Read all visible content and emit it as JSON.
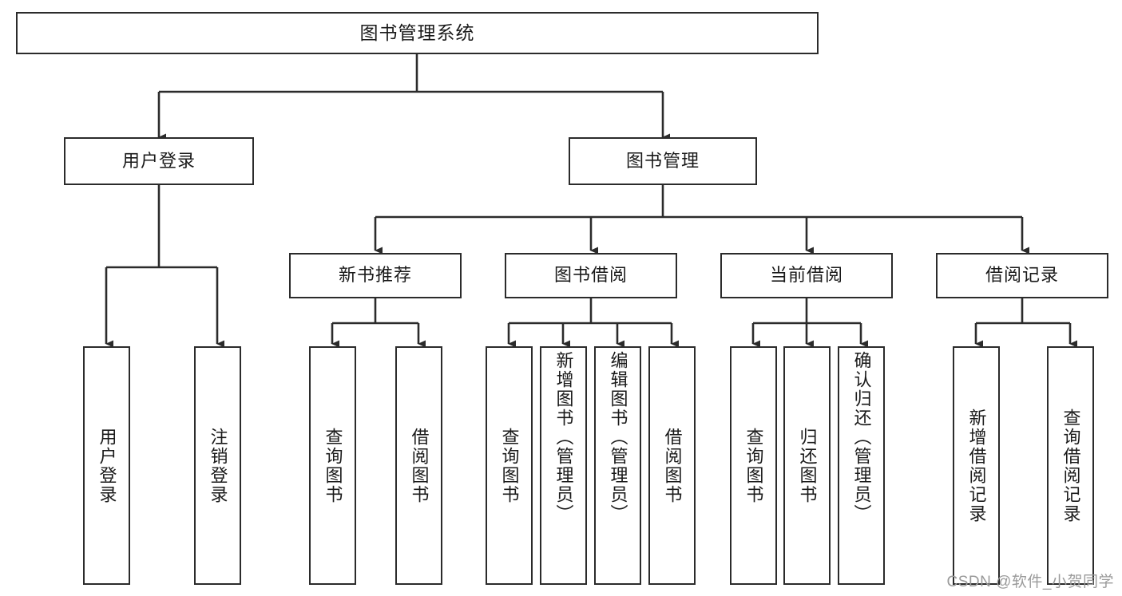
{
  "diagram": {
    "title": "图书管理系统",
    "type": "tree",
    "watermark": "CSDN @软件_小贺同学",
    "colors": {
      "stroke": "#2b2b2b",
      "fill": "#ffffff",
      "text": "#1a1a1a",
      "watermark": "#9a9a9a"
    },
    "nodes": {
      "root": {
        "label": "图书管理系统"
      },
      "level2": [
        {
          "label": "用户登录"
        },
        {
          "label": "图书管理"
        }
      ],
      "level3": [
        {
          "label": "新书推荐"
        },
        {
          "label": "图书借阅"
        },
        {
          "label": "当前借阅"
        },
        {
          "label": "借阅记录"
        }
      ],
      "leaves": {
        "user_login": [
          {
            "label": "用户登录"
          },
          {
            "label": "注销登录"
          }
        ],
        "new_book": [
          {
            "label": "查询图书"
          },
          {
            "label": "借阅图书"
          }
        ],
        "borrow_book": [
          {
            "label": "查询图书"
          },
          {
            "label": "新增图书（管理员）"
          },
          {
            "label": "编辑图书（管理员）"
          },
          {
            "label": "借阅图书"
          }
        ],
        "current_borrow": [
          {
            "label": "查询图书"
          },
          {
            "label": "归还图书"
          },
          {
            "label": "确认归还（管理员）"
          }
        ],
        "borrow_record": [
          {
            "label": "新增借阅记录"
          },
          {
            "label": "查询借阅记录"
          }
        ]
      }
    }
  }
}
